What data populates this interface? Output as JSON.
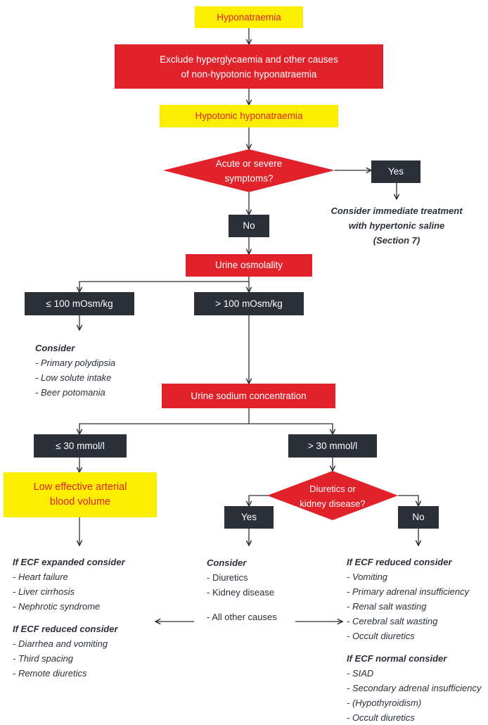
{
  "nodes": {
    "hyponatraemia": "Hyponatraemia",
    "exclude": [
      "Exclude hyperglycaemia and other causes",
      "of non-hypotonic hyponatraemia"
    ],
    "hypotonic": "Hypotonic hyponatraemia",
    "acute_symptoms": [
      "Acute or severe",
      "symptoms?"
    ],
    "yes_top": "Yes",
    "no_top": "No",
    "urine_osmolality": "Urine osmolality",
    "osm_low": "≤ 100 mOsm/kg",
    "osm_high": "> 100 mOsm/kg",
    "urine_sodium": "Urine sodium concentration",
    "na_low": "≤ 30 mmol/l",
    "na_high": "> 30 mmol/l",
    "low_effective": [
      "Low effective arterial",
      "blood volume"
    ],
    "diuretics_q": [
      "Diuretics or",
      "kidney disease?"
    ],
    "yes_diuretics": "Yes",
    "no_diuretics": "No"
  },
  "notes": {
    "hypertonic": [
      "Consider immediate treatment",
      "with hypertonic saline",
      "(Section 7)"
    ],
    "low_osm": {
      "title": "Consider",
      "items": [
        "- Primary polydipsia",
        "- Low solute intake",
        "- Beer potomania"
      ]
    },
    "ecf_expanded": {
      "title": "If ECF expanded consider",
      "items": [
        "- Heart failure",
        "- Liver cirrhosis",
        "- Nephrotic syndrome"
      ]
    },
    "ecf_reduced_left": {
      "title": "If ECF reduced consider",
      "items": [
        "- Diarrhea and vomiting",
        "- Third spacing",
        "- Remote diuretics"
      ]
    },
    "middle": {
      "title": "Consider",
      "items": [
        "- Diuretics",
        "- Kidney disease"
      ],
      "other": "- All other causes"
    },
    "ecf_reduced_right": {
      "title": "If ECF reduced consider",
      "items": [
        "- Vomiting",
        "- Primary adrenal insufficiency",
        "- Renal salt wasting",
        "- Cerebral salt wasting",
        "- Occult diuretics"
      ]
    },
    "ecf_normal": {
      "title": "If ECF normal consider",
      "items": [
        "- SIAD",
        "- Secondary adrenal insufficiency",
        "- (Hypothyroidism)",
        "- Occult diuretics"
      ]
    }
  },
  "colors": {
    "yellow": "#fbee00",
    "red": "#e2222a",
    "dark": "#2b2f38",
    "text": "#2b2f38"
  }
}
